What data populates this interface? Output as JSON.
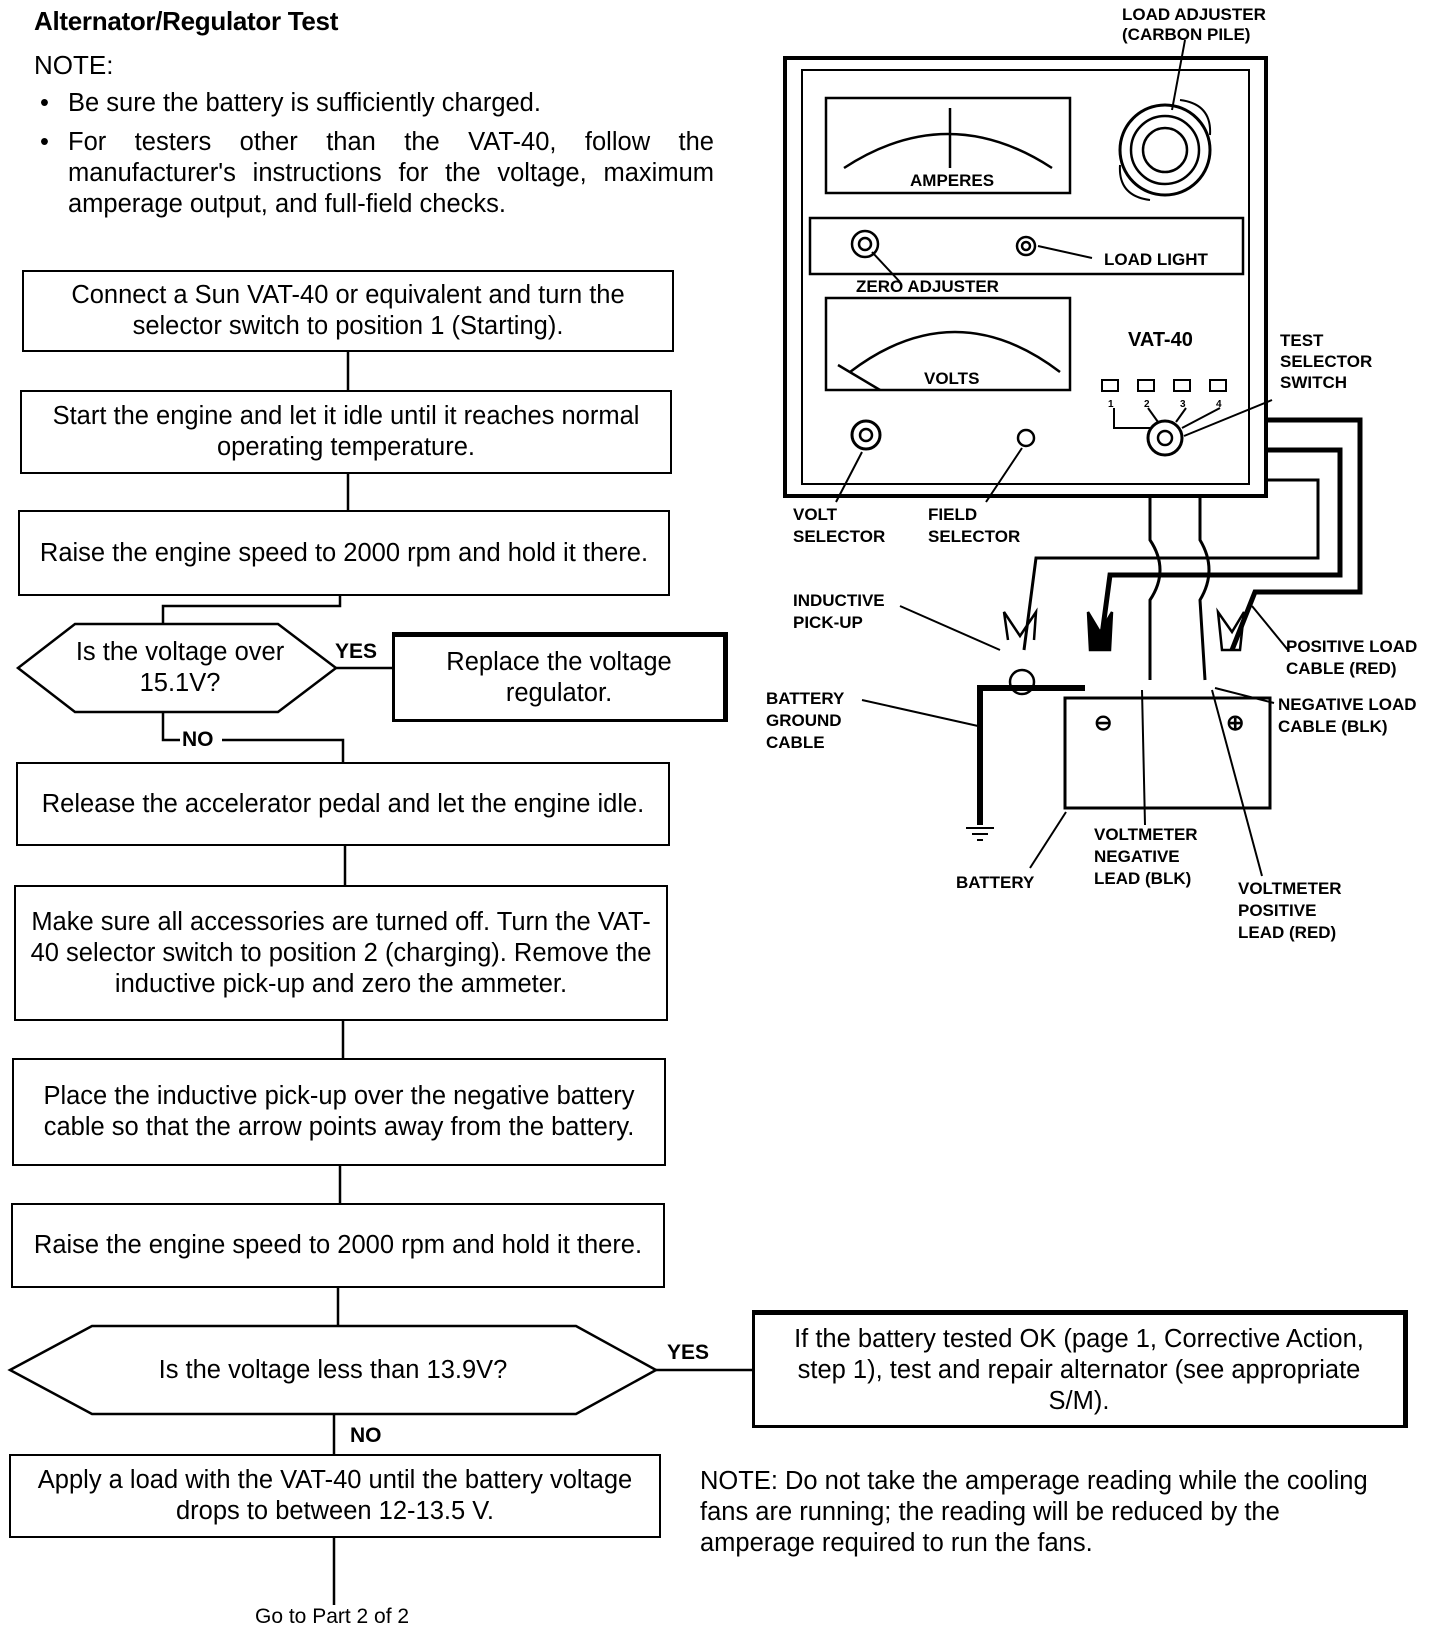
{
  "title": "Alternator/Regulator Test",
  "note_heading": "NOTE:",
  "notes": [
    "Be sure the battery is sufficiently charged.",
    "For testers other than the VAT-40, follow the manufacturer's instructions for the voltage, maximum amperage output, and full-field checks."
  ],
  "flow": {
    "step1": "Connect a Sun VAT-40 or equivalent and turn the selector switch to position 1 (Starting).",
    "step2": "Start the engine and let it idle until it reaches normal operating temperature.",
    "step3": "Raise the engine speed to 2000 rpm and hold it there.",
    "decision1": "Is the voltage over 15.1V?",
    "decision1_yes": "YES",
    "decision1_no": "NO",
    "yes1": "Replace the voltage regulator.",
    "step4": "Release the accelerator pedal and let the engine idle.",
    "step5": "Make sure all accessories are turned off. Turn the VAT-40 selector switch to position 2 (charging). Remove the inductive pick-up and zero the ammeter.",
    "step6": "Place the inductive pick-up over the negative battery cable so that the arrow points away from the battery.",
    "step7": "Raise the engine speed to 2000 rpm and hold it there.",
    "decision2": "Is the voltage less than 13.9V?",
    "decision2_yes": "YES",
    "decision2_no": "NO",
    "yes2": "If the battery tested OK (page 1, Corrective Action, step 1), test and repair alternator (see appropriate S/M).",
    "step8": "Apply a load with the VAT-40 until the battery voltage drops to between 12-13.5 V.",
    "goto": "Go to Part 2 of 2"
  },
  "bottom_note": "NOTE: Do not take the amperage reading while the cooling fans are running; the reading will be reduced by the amperage required to run the fans.",
  "diagram": {
    "load_adjuster_1": "LOAD ADJUSTER",
    "load_adjuster_2": "(CARBON PILE)",
    "amperes": "AMPERES",
    "load_light": "LOAD LIGHT",
    "zero_adjuster": "ZERO ADJUSTER",
    "volts": "VOLTS",
    "model": "VAT-40",
    "test_selector_1": "TEST",
    "test_selector_2": "SELECTOR",
    "test_selector_3": "SWITCH",
    "pos1": "1",
    "pos2": "2",
    "pos3": "3",
    "pos4": "4",
    "volt_selector_1": "VOLT",
    "volt_selector_2": "SELECTOR",
    "field_selector_1": "FIELD",
    "field_selector_2": "SELECTOR",
    "inductive_1": "INDUCTIVE",
    "inductive_2": "PICK-UP",
    "ground_1": "BATTERY",
    "ground_2": "GROUND",
    "ground_3": "CABLE",
    "pos_load_1": "POSITIVE LOAD",
    "pos_load_2": "CABLE (RED)",
    "neg_load_1": "NEGATIVE LOAD",
    "neg_load_2": "CABLE (BLK)",
    "battery": "BATTERY",
    "vneg_1": "VOLTMETER",
    "vneg_2": "NEGATIVE",
    "vneg_3": "LEAD (BLK)",
    "vpos_1": "VOLTMETER",
    "vpos_2": "POSITIVE",
    "vpos_3": "LEAD (RED)",
    "minus": "⊖",
    "plus": "⊕"
  }
}
